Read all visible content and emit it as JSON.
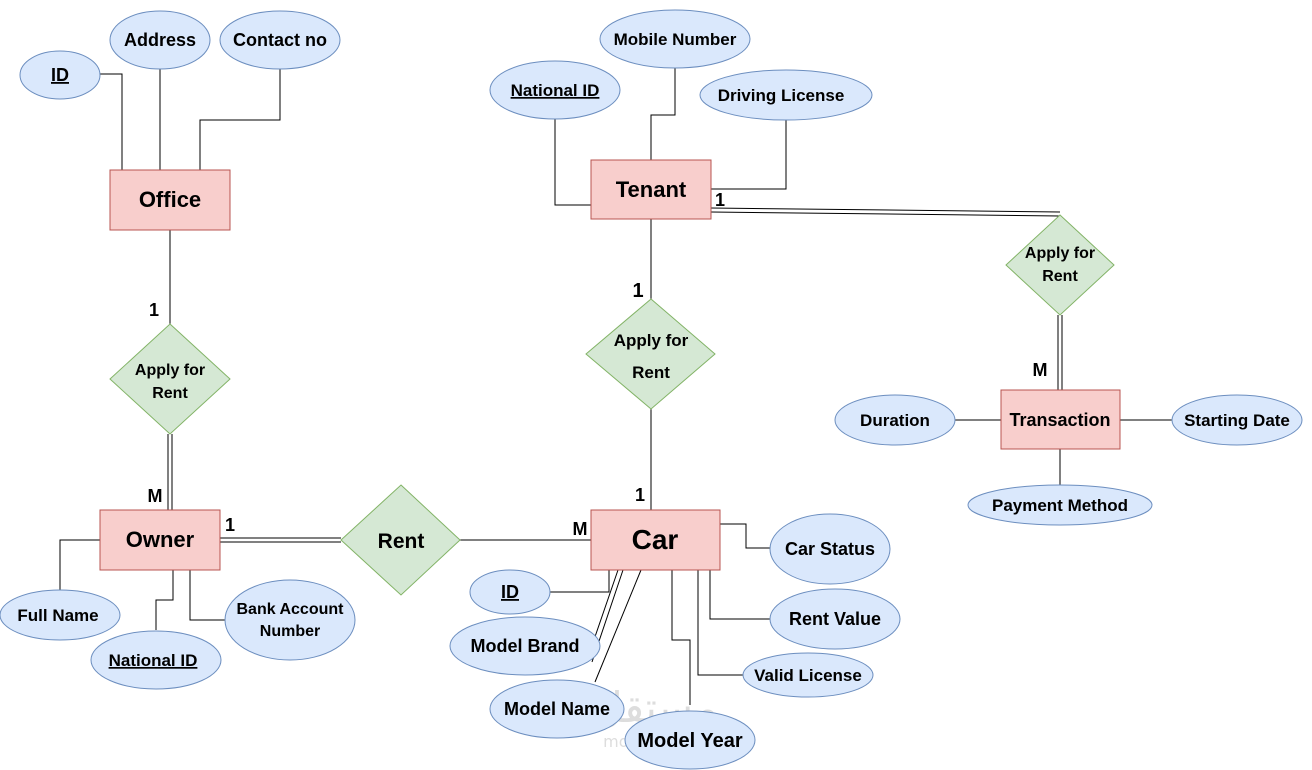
{
  "entities": {
    "office": "Office",
    "tenant": "Tenant",
    "owner": "Owner",
    "car": "Car",
    "transaction": "Transaction"
  },
  "relationships": {
    "office_owner": [
      "Apply for",
      "Rent"
    ],
    "tenant_car": [
      "Apply for",
      "Rent"
    ],
    "tenant_transaction": [
      "Apply for",
      "Rent"
    ],
    "owner_car": "Rent"
  },
  "attributes": {
    "office": {
      "id": "ID",
      "address": "Address",
      "contact": "Contact no"
    },
    "tenant": {
      "national_id": "National ID",
      "mobile": "Mobile Number",
      "license": "Driving License"
    },
    "owner": {
      "full_name": "Full Name",
      "national_id": "National ID",
      "bank": [
        "Bank Account",
        "Number"
      ]
    },
    "car": {
      "id": "ID",
      "model_brand": "Model Brand",
      "model_name": "Model Name",
      "model_year": "Model Year",
      "status": "Car Status",
      "rent_value": "Rent Value",
      "valid_license": "Valid License"
    },
    "transaction": {
      "duration": "Duration",
      "starting_date": "Starting Date",
      "payment": "Payment Method"
    }
  },
  "cardinalities": {
    "office_rel": "1",
    "owner_rel_top": "M",
    "owner_rent": "1",
    "car_rent": "M",
    "tenant_rel": "1",
    "car_rel_top": "1",
    "tenant_trans": "1",
    "trans_rel": "M"
  },
  "watermark": {
    "arabic": "مستقل",
    "latin": "mostaql.com"
  }
}
